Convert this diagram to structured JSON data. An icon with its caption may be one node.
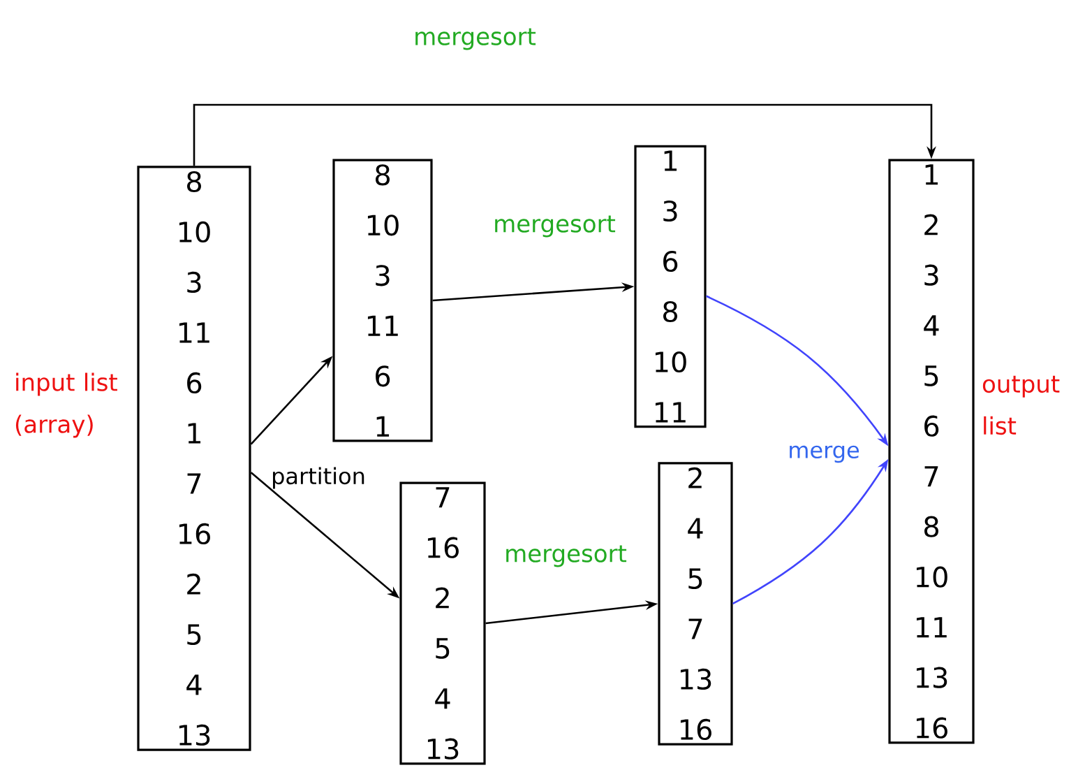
{
  "diagram": {
    "nodes": [
      {
        "text": [
          "8",
          "10",
          "3",
          "11",
          "6",
          "1",
          "7",
          "16",
          "2",
          "5",
          "4",
          "13"
        ],
        "beside": [
          "input list (array)"
        ]
      },
      {
        "text": [
          "8",
          "10",
          "3",
          "11",
          "6",
          "1"
        ]
      },
      {
        "text": [
          "7",
          "16",
          "2",
          "5",
          "4",
          "13"
        ]
      },
      {
        "text": [
          "1",
          "3",
          "6",
          "8",
          "10",
          "11"
        ]
      },
      {
        "text": [
          "2",
          "4",
          "5",
          "7",
          "13",
          "16"
        ]
      },
      {
        "text": [
          "1",
          "2",
          "3",
          "4",
          "5",
          "6",
          "7",
          "8",
          "10",
          "11",
          "13",
          "16"
        ],
        "beside": [
          "output list"
        ]
      }
    ],
    "edges": [
      {
        "from": 0,
        "to": 5,
        "arrow": "to",
        "label": "mergesort"
      },
      {
        "from": 0,
        "to": 1,
        "arrow": "to"
      },
      {
        "from": 0,
        "to": 2,
        "arrow": "to"
      },
      {
        "from": 1,
        "to": 3,
        "arrow": "to",
        "label": "mergesort"
      },
      {
        "from": 2,
        "to": 4,
        "arrow": "to",
        "label": "mergesort"
      },
      {
        "from": 3,
        "to": 5,
        "arrow": "to",
        "color": "#3366ee"
      },
      {
        "from": 4,
        "to": 5,
        "arrow": "to",
        "color": "#3366ee"
      }
    ],
    "labels": [
      "partition",
      "merge"
    ]
  }
}
